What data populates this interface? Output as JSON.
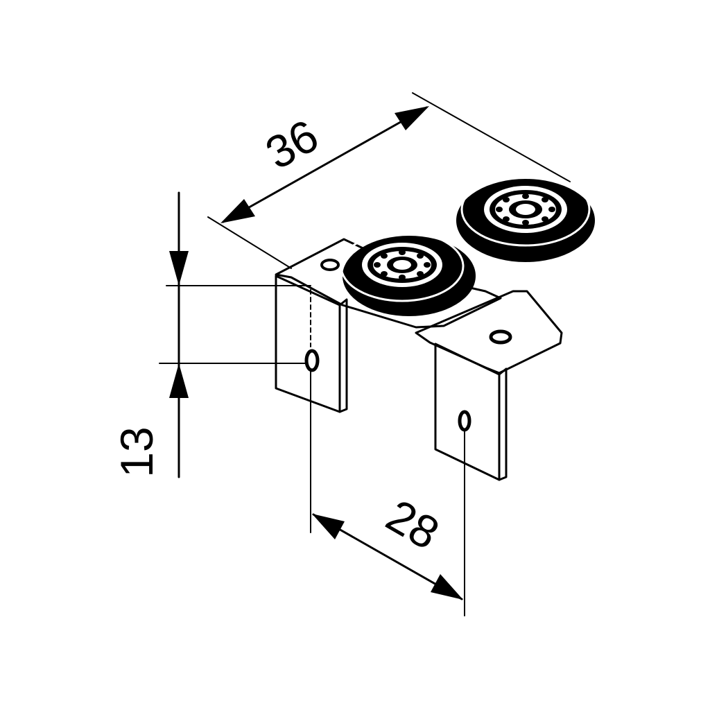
{
  "colors": {
    "ink": "#000000",
    "background": "#ffffff",
    "metal": "#ffffff",
    "wheel": "#000000"
  },
  "dimensions": {
    "overall_width": "36",
    "vertical_offset": "13",
    "hole_spacing": "28"
  }
}
